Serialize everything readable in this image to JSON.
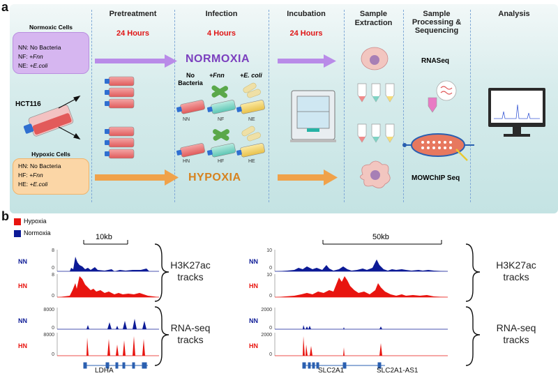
{
  "panel_a": {
    "letter": "a",
    "columns": {
      "pretreatment": {
        "title": "Pretreatment",
        "duration": "24 Hours"
      },
      "infection": {
        "title": "Infection",
        "duration": "4 Hours"
      },
      "incubation": {
        "title": "Incubation",
        "duration": "24 Hours"
      },
      "sample_extraction": {
        "title_line1": "Sample",
        "title_line2": "Extraction"
      },
      "sample_processing": {
        "title_line1": "Sample",
        "title_line2": "Processing &",
        "title_line3": "Sequencing"
      },
      "analysis": {
        "title": "Analysis"
      }
    },
    "normoxic_box": {
      "title": "Normoxic Cells",
      "lines": [
        {
          "code": "NN:",
          "desc": "No Bacteria"
        },
        {
          "code": "NF:",
          "desc": "+Fnn"
        },
        {
          "code": "NE:",
          "desc": "+E.coli"
        }
      ]
    },
    "hypoxic_box": {
      "title": "Hypoxic Cells",
      "lines": [
        {
          "code": "HN:",
          "desc": "No Bacteria"
        },
        {
          "code": "HF:",
          "desc": "+Fnn"
        },
        {
          "code": "HE:",
          "desc": "+E.coli"
        }
      ]
    },
    "cell_line": "HCT116",
    "normoxia_label": "NORMOXIA",
    "hypoxia_label": "HYPOXIA",
    "infection_headers": {
      "no_bacteria_1": "No",
      "no_bacteria_2": "Bacteria",
      "fnn": "+Fnn",
      "ecoli": "+E. coli"
    },
    "flask_labels_top": [
      "NN",
      "NF",
      "NE"
    ],
    "flask_labels_bottom": [
      "HN",
      "HF",
      "HE"
    ],
    "rnaseq": "RNASeq",
    "mowchip": "MOWChIP Seq",
    "colors": {
      "normoxia": "#7b3fbe",
      "hypoxia": "#d6821f",
      "red_duration": "#e01515",
      "dash": "#7fa8d6"
    }
  },
  "panel_b": {
    "letter": "b",
    "legend": [
      {
        "label": "Hypoxia",
        "color": "#e8140f"
      },
      {
        "label": "Normoxia",
        "color": "#0c1a96"
      }
    ],
    "left": {
      "scale_bar": "10kb",
      "gene": "LDHA",
      "h3k27ac": {
        "nn_label": "NN",
        "hn_label": "HN",
        "nn_max": "8",
        "nn_min": "0",
        "hn_max": "8",
        "hn_min": "0"
      },
      "rnaseq": {
        "nn_label": "NN",
        "hn_label": "HN",
        "nn_max": "8000",
        "nn_min": "0",
        "hn_max": "8000",
        "hn_min": "0"
      }
    },
    "right": {
      "scale_bar": "50kb",
      "gene_1": "SLC2A1",
      "gene_2": "SLC2A1-AS1",
      "h3k27ac": {
        "nn_label": "NN",
        "hn_label": "HN",
        "nn_max": "10",
        "nn_min": "0",
        "hn_max": "10",
        "hn_min": "0"
      },
      "rnaseq": {
        "nn_label": "NN",
        "hn_label": "HN",
        "nn_max": "2000",
        "nn_min": "0",
        "hn_max": "2000",
        "hn_min": "0"
      }
    },
    "track_labels": {
      "h3k27ac_1": "H3K27ac",
      "h3k27ac_2": "tracks",
      "rnaseq_1": "RNA-seq",
      "rnaseq_2": "tracks"
    }
  }
}
